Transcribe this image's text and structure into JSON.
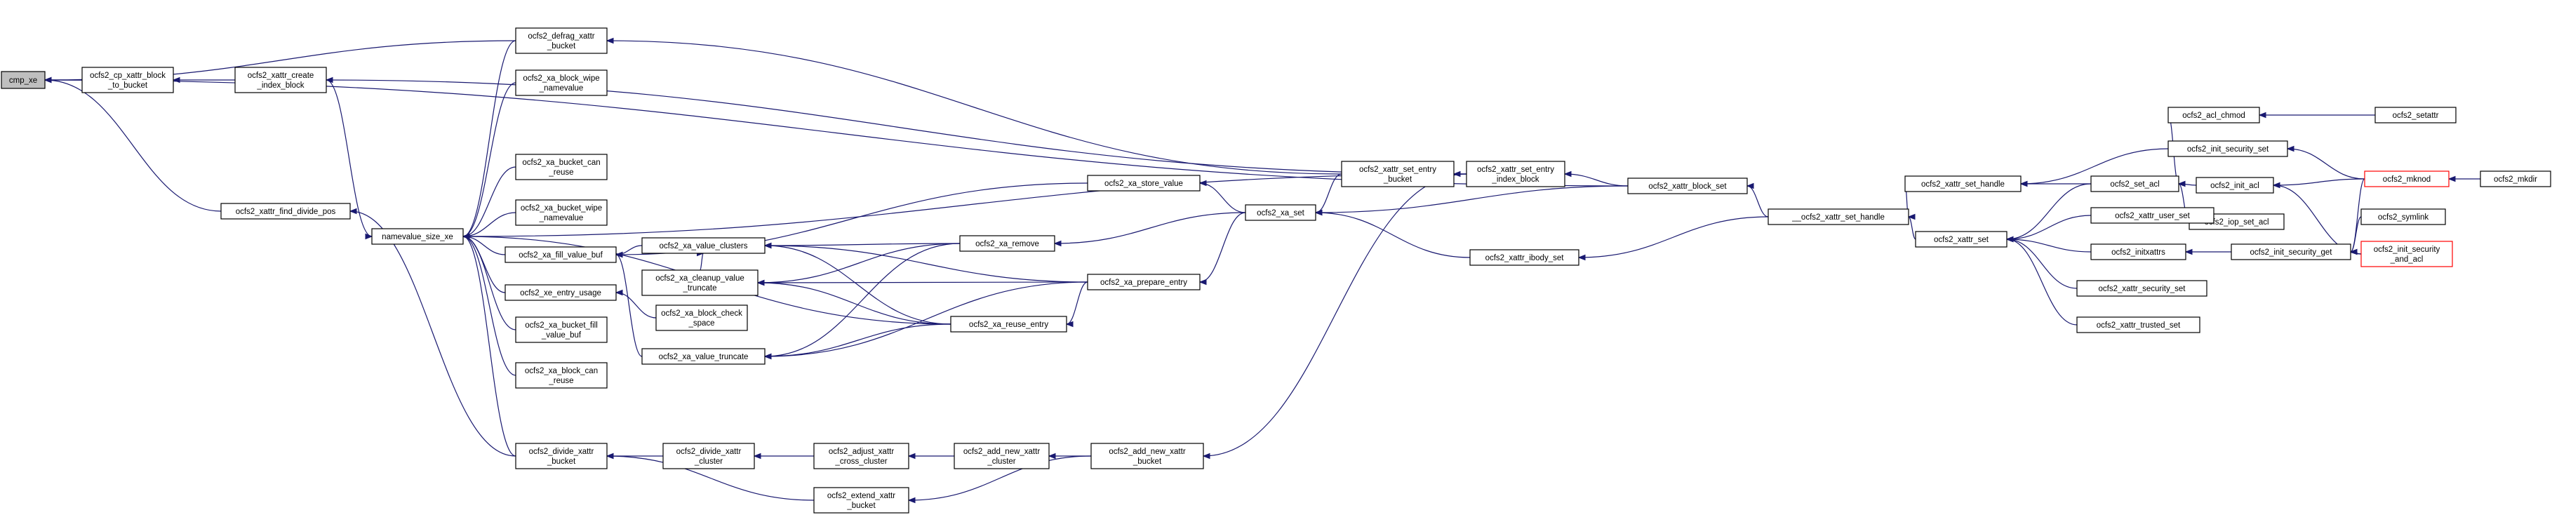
{
  "graph": {
    "nodes": [
      {
        "id": "cmp_xe",
        "lines": [
          "cmp_xe"
        ],
        "root": true
      },
      {
        "id": "cp_xattr_block",
        "lines": [
          "ocfs2_cp_xattr_block",
          "_to_bucket"
        ]
      },
      {
        "id": "create_index_block",
        "lines": [
          "ocfs2_xattr_create",
          "_index_block"
        ]
      },
      {
        "id": "find_divide_pos",
        "lines": [
          "ocfs2_xattr_find_divide_pos"
        ]
      },
      {
        "id": "namevalue_size_xe",
        "lines": [
          "namevalue_size_xe"
        ]
      },
      {
        "id": "defrag_bucket",
        "lines": [
          "ocfs2_defrag_xattr",
          "_bucket"
        ]
      },
      {
        "id": "block_wipe",
        "lines": [
          "ocfs2_xa_block_wipe",
          "_namevalue"
        ]
      },
      {
        "id": "bucket_can_reuse",
        "lines": [
          "ocfs2_xa_bucket_can",
          "_reuse"
        ]
      },
      {
        "id": "bucket_wipe",
        "lines": [
          "ocfs2_xa_bucket_wipe",
          "_namevalue"
        ]
      },
      {
        "id": "fill_value_buf",
        "lines": [
          "ocfs2_xa_fill_value_buf"
        ]
      },
      {
        "id": "entry_usage",
        "lines": [
          "ocfs2_xe_entry_usage"
        ]
      },
      {
        "id": "bucket_fill_value_buf",
        "lines": [
          "ocfs2_xa_bucket_fill",
          "_value_buf"
        ]
      },
      {
        "id": "block_can_reuse",
        "lines": [
          "ocfs2_xa_block_can",
          "_reuse"
        ]
      },
      {
        "id": "divide_bucket",
        "lines": [
          "ocfs2_divide_xattr",
          "_bucket"
        ]
      },
      {
        "id": "value_clusters",
        "lines": [
          "ocfs2_xa_value_clusters"
        ]
      },
      {
        "id": "cleanup_value_truncate",
        "lines": [
          "ocfs2_xa_cleanup_value",
          "_truncate"
        ]
      },
      {
        "id": "block_check_space",
        "lines": [
          "ocfs2_xa_block_check",
          "_space"
        ]
      },
      {
        "id": "value_truncate",
        "lines": [
          "ocfs2_xa_value_truncate"
        ]
      },
      {
        "id": "divide_cluster",
        "lines": [
          "ocfs2_divide_xattr",
          "_cluster"
        ]
      },
      {
        "id": "store_value",
        "lines": [
          "ocfs2_xa_store_value"
        ]
      },
      {
        "id": "xa_remove",
        "lines": [
          "ocfs2_xa_remove"
        ]
      },
      {
        "id": "prepare_entry",
        "lines": [
          "ocfs2_xa_prepare_entry"
        ]
      },
      {
        "id": "reuse_entry",
        "lines": [
          "ocfs2_xa_reuse_entry"
        ]
      },
      {
        "id": "adjust_cross_cluster",
        "lines": [
          "ocfs2_adjust_xattr",
          "_cross_cluster"
        ]
      },
      {
        "id": "extend_bucket",
        "lines": [
          "ocfs2_extend_xattr",
          "_bucket"
        ]
      },
      {
        "id": "add_new_cluster",
        "lines": [
          "ocfs2_add_new_xattr",
          "_cluster"
        ]
      },
      {
        "id": "add_new_bucket",
        "lines": [
          "ocfs2_add_new_xattr",
          "_bucket"
        ]
      },
      {
        "id": "set_entry_bucket",
        "lines": [
          "ocfs2_xattr_set_entry",
          "_bucket"
        ]
      },
      {
        "id": "xa_set",
        "lines": [
          "ocfs2_xa_set"
        ]
      },
      {
        "id": "set_entry_index_block",
        "lines": [
          "ocfs2_xattr_set_entry",
          "_index_block"
        ]
      },
      {
        "id": "ibody_set",
        "lines": [
          "ocfs2_xattr_ibody_set"
        ]
      },
      {
        "id": "block_set",
        "lines": [
          "ocfs2_xattr_block_set"
        ]
      },
      {
        "id": "__set_handle",
        "lines": [
          "__ocfs2_xattr_set_handle"
        ]
      },
      {
        "id": "set_handle",
        "lines": [
          "ocfs2_xattr_set_handle"
        ]
      },
      {
        "id": "xattr_set",
        "lines": [
          "ocfs2_xattr_set"
        ]
      },
      {
        "id": "set_acl",
        "lines": [
          "ocfs2_set_acl"
        ]
      },
      {
        "id": "acl_chmod",
        "lines": [
          "ocfs2_acl_chmod"
        ]
      },
      {
        "id": "init_security_set",
        "lines": [
          "ocfs2_init_security_set"
        ]
      },
      {
        "id": "init_acl",
        "lines": [
          "ocfs2_init_acl"
        ]
      },
      {
        "id": "iop_set_acl",
        "lines": [
          "ocfs2_iop_set_acl"
        ]
      },
      {
        "id": "user_set",
        "lines": [
          "ocfs2_xattr_user_set"
        ]
      },
      {
        "id": "initxattrs",
        "lines": [
          "ocfs2_initxattrs"
        ]
      },
      {
        "id": "security_set",
        "lines": [
          "ocfs2_xattr_security_set"
        ]
      },
      {
        "id": "trusted_set",
        "lines": [
          "ocfs2_xattr_trusted_set"
        ]
      },
      {
        "id": "init_security_get",
        "lines": [
          "ocfs2_init_security_get"
        ]
      },
      {
        "id": "setattr",
        "lines": [
          "ocfs2_setattr"
        ]
      },
      {
        "id": "mknod",
        "lines": [
          "ocfs2_mknod"
        ],
        "truncated": true
      },
      {
        "id": "symlink",
        "lines": [
          "ocfs2_symlink"
        ]
      },
      {
        "id": "init_security_and_acl",
        "lines": [
          "ocfs2_init_security",
          "_and_acl"
        ],
        "truncated": true
      },
      {
        "id": "mkdir",
        "lines": [
          "ocfs2_mkdir"
        ]
      }
    ],
    "edges": [
      {
        "from": "cp_xattr_block",
        "to": "cmp_xe"
      },
      {
        "from": "defrag_bucket",
        "to": "cmp_xe"
      },
      {
        "from": "block_set",
        "to": "cmp_xe"
      },
      {
        "from": "find_divide_pos",
        "to": "cmp_xe"
      },
      {
        "from": "create_index_block",
        "to": "cp_xattr_block"
      },
      {
        "from": "set_entry_index_block",
        "to": "create_index_block"
      },
      {
        "from": "divide_bucket",
        "to": "find_divide_pos"
      },
      {
        "from": "create_index_block",
        "to": "namevalue_size_xe"
      },
      {
        "from": "defrag_bucket",
        "to": "namevalue_size_xe"
      },
      {
        "from": "block_wipe",
        "to": "namevalue_size_xe"
      },
      {
        "from": "bucket_can_reuse",
        "to": "namevalue_size_xe"
      },
      {
        "from": "bucket_wipe",
        "to": "namevalue_size_xe"
      },
      {
        "from": "fill_value_buf",
        "to": "namevalue_size_xe"
      },
      {
        "from": "entry_usage",
        "to": "namevalue_size_xe"
      },
      {
        "from": "bucket_fill_value_buf",
        "to": "namevalue_size_xe"
      },
      {
        "from": "block_can_reuse",
        "to": "namevalue_size_xe"
      },
      {
        "from": "divide_bucket",
        "to": "namevalue_size_xe"
      },
      {
        "from": "reuse_entry",
        "to": "namevalue_size_xe"
      },
      {
        "from": "set_entry_index_block",
        "to": "namevalue_size_xe"
      },
      {
        "from": "set_entry_bucket",
        "to": "defrag_bucket"
      },
      {
        "from": "value_clusters",
        "to": "fill_value_buf"
      },
      {
        "from": "value_truncate",
        "to": "fill_value_buf"
      },
      {
        "from": "store_value",
        "to": "fill_value_buf"
      },
      {
        "from": "block_check_space",
        "to": "entry_usage"
      },
      {
        "from": "divide_cluster",
        "to": "divide_bucket"
      },
      {
        "from": "extend_bucket",
        "to": "divide_bucket"
      },
      {
        "from": "xa_remove",
        "to": "value_clusters"
      },
      {
        "from": "prepare_entry",
        "to": "value_clusters"
      },
      {
        "from": "cleanup_value_truncate",
        "to": "value_clusters"
      },
      {
        "from": "reuse_entry",
        "to": "value_clusters"
      },
      {
        "from": "xa_remove",
        "to": "cleanup_value_truncate"
      },
      {
        "from": "prepare_entry",
        "to": "cleanup_value_truncate"
      },
      {
        "from": "reuse_entry",
        "to": "cleanup_value_truncate"
      },
      {
        "from": "xa_remove",
        "to": "value_truncate"
      },
      {
        "from": "prepare_entry",
        "to": "value_truncate"
      },
      {
        "from": "reuse_entry",
        "to": "value_truncate"
      },
      {
        "from": "adjust_cross_cluster",
        "to": "divide_cluster"
      },
      {
        "from": "add_new_cluster",
        "to": "adjust_cross_cluster"
      },
      {
        "from": "add_new_bucket",
        "to": "add_new_cluster"
      },
      {
        "from": "add_new_bucket",
        "to": "extend_bucket"
      },
      {
        "from": "set_entry_index_block",
        "to": "add_new_bucket"
      },
      {
        "from": "xa_set",
        "to": "store_value"
      },
      {
        "from": "xa_set",
        "to": "xa_remove"
      },
      {
        "from": "xa_set",
        "to": "prepare_entry"
      },
      {
        "from": "prepare_entry",
        "to": "reuse_entry"
      },
      {
        "from": "set_entry_bucket",
        "to": "xa_set"
      },
      {
        "from": "block_set",
        "to": "xa_set"
      },
      {
        "from": "ibody_set",
        "to": "xa_set"
      },
      {
        "from": "set_entry_index_block",
        "to": "set_entry_bucket"
      },
      {
        "from": "block_set",
        "to": "set_entry_index_block"
      },
      {
        "from": "__set_handle",
        "to": "block_set"
      },
      {
        "from": "__set_handle",
        "to": "ibody_set"
      },
      {
        "from": "set_handle",
        "to": "__set_handle"
      },
      {
        "from": "xattr_set",
        "to": "__set_handle"
      },
      {
        "from": "set_acl",
        "to": "set_handle"
      },
      {
        "from": "init_security_set",
        "to": "set_handle"
      },
      {
        "from": "acl_chmod",
        "to": "set_acl"
      },
      {
        "from": "init_acl",
        "to": "set_acl"
      },
      {
        "from": "iop_set_acl",
        "to": "set_acl"
      },
      {
        "from": "user_set",
        "to": "xattr_set"
      },
      {
        "from": "initxattrs",
        "to": "xattr_set"
      },
      {
        "from": "security_set",
        "to": "xattr_set"
      },
      {
        "from": "trusted_set",
        "to": "xattr_set"
      },
      {
        "from": "set_acl",
        "to": "xattr_set"
      },
      {
        "from": "init_security_get",
        "to": "initxattrs"
      },
      {
        "from": "setattr",
        "to": "acl_chmod"
      },
      {
        "from": "mknod",
        "to": "init_security_set"
      },
      {
        "from": "mknod",
        "to": "init_acl"
      },
      {
        "from": "init_security_and_acl",
        "to": "init_acl"
      },
      {
        "from": "mknod",
        "to": "init_security_get"
      },
      {
        "from": "symlink",
        "to": "init_security_get"
      },
      {
        "from": "init_security_and_acl",
        "to": "init_security_get"
      },
      {
        "from": "mkdir",
        "to": "mknod"
      }
    ]
  }
}
